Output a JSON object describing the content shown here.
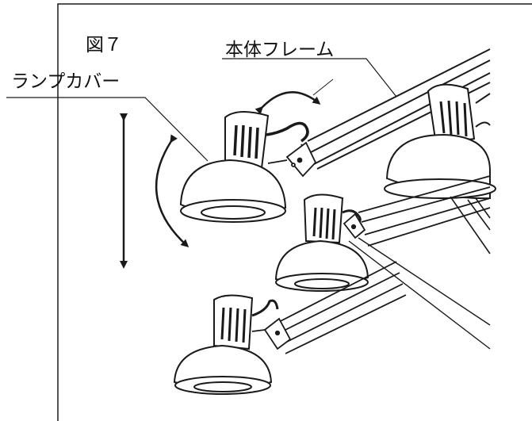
{
  "figure_label": "図７",
  "labels": {
    "body_frame": "本体フレーム",
    "lamp_cover": "ランプカバー"
  },
  "colors": {
    "line": "#1a1a1a",
    "background": "#ffffff"
  }
}
